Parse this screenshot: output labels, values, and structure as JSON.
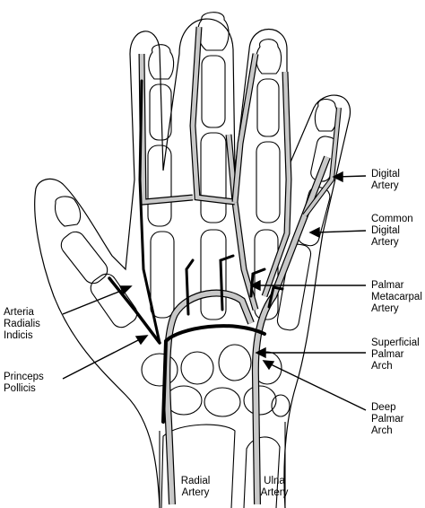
{
  "labels": {
    "digital_artery": [
      "Digital",
      "Artery"
    ],
    "common_digital_artery": [
      "Common",
      "Digital",
      "Artery"
    ],
    "palmar_metacarpal_artery": [
      "Palmar",
      "Metacarpal",
      "Artery"
    ],
    "superficial_palmar_arch": [
      "Superficial",
      "Palmar",
      "Arch"
    ],
    "deep_palmar_arch": [
      "Deep",
      "Palmar",
      "Arch"
    ],
    "arteria_radialis_indicis": [
      "Arteria",
      "Radialis",
      "Indicis"
    ],
    "princeps_pollicis": [
      "Princeps",
      "Pollicis"
    ],
    "radial_artery": [
      "Radial",
      "Artery"
    ],
    "ulna_artery": [
      "Ulna",
      "Artery"
    ]
  },
  "colors": {
    "outline": "#000000",
    "superficial_vessel": "#c8c8c8",
    "deep_vessel": "#000000",
    "background": "#ffffff"
  }
}
